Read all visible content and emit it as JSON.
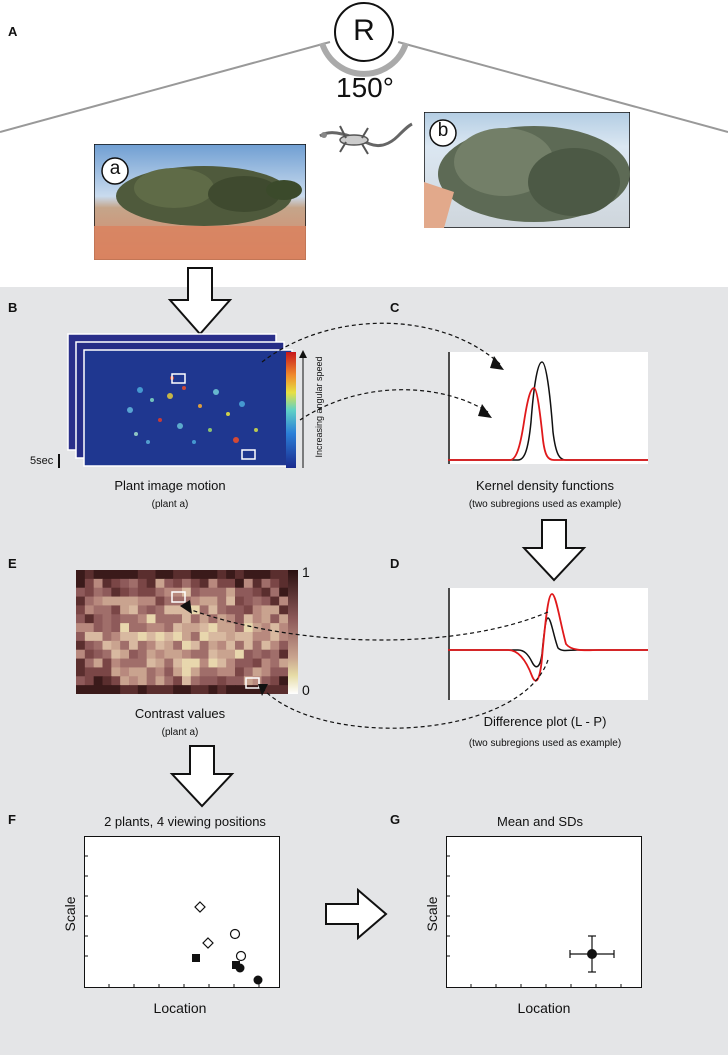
{
  "panels": {
    "A": "A",
    "B": "B",
    "C": "C",
    "D": "D",
    "E": "E",
    "F": "F",
    "G": "G"
  },
  "panel_a": {
    "r_label": "R",
    "angle_label": "150°",
    "photo_a_label": "a",
    "photo_b_label": "b",
    "icons": [
      "lizard-icon",
      "bush-photo-a",
      "bush-photo-b"
    ]
  },
  "panel_b": {
    "scale_label": "5sec",
    "colorbar_label": "Increasing angular speed",
    "title": "Plant image motion",
    "subtitle": "(plant a)"
  },
  "panel_c": {
    "title": "Kernel density functions",
    "subtitle": "(two subregions used as example)"
  },
  "panel_d": {
    "title": "Difference plot (L - P)",
    "subtitle": "(two subregions used as example)"
  },
  "panel_e": {
    "title": "Contrast values",
    "subtitle": "(plant a)",
    "colorbar_max": "1",
    "colorbar_min": "0"
  },
  "panel_f": {
    "title": "2 plants, 4 viewing positions",
    "ylabel": "Scale",
    "xlabel": "Location"
  },
  "panel_g": {
    "title": "Mean and SDs",
    "ylabel": "Scale",
    "xlabel": "Location"
  },
  "colors": {
    "background_gray": "#e4e5e7",
    "red_curve": "#e0191b",
    "black_curve": "#111111",
    "heatmap_dark": "#3a1a1a",
    "heatmap_light": "#f3f0c6"
  }
}
